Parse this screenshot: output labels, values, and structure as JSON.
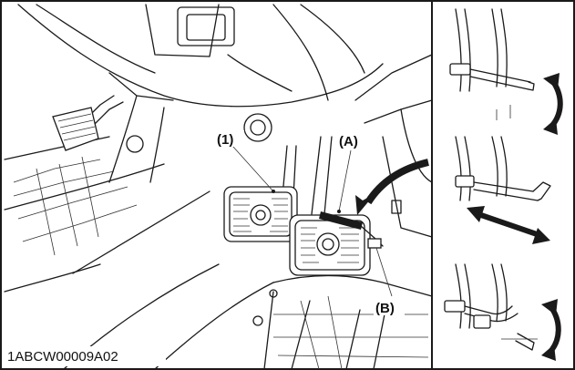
{
  "labels": {
    "part_1": "(1)",
    "part_a": "(A)",
    "part_b": "(B)"
  },
  "figure_code": "1ABCW00009A02",
  "icons": [
    "brake-pedal-icon",
    "pedal-adjust-arrow-icon",
    "up-down-arrow-icon",
    "left-right-arrow-icon"
  ],
  "colors": {
    "line": "#1a1a1a",
    "background": "#ffffff"
  }
}
